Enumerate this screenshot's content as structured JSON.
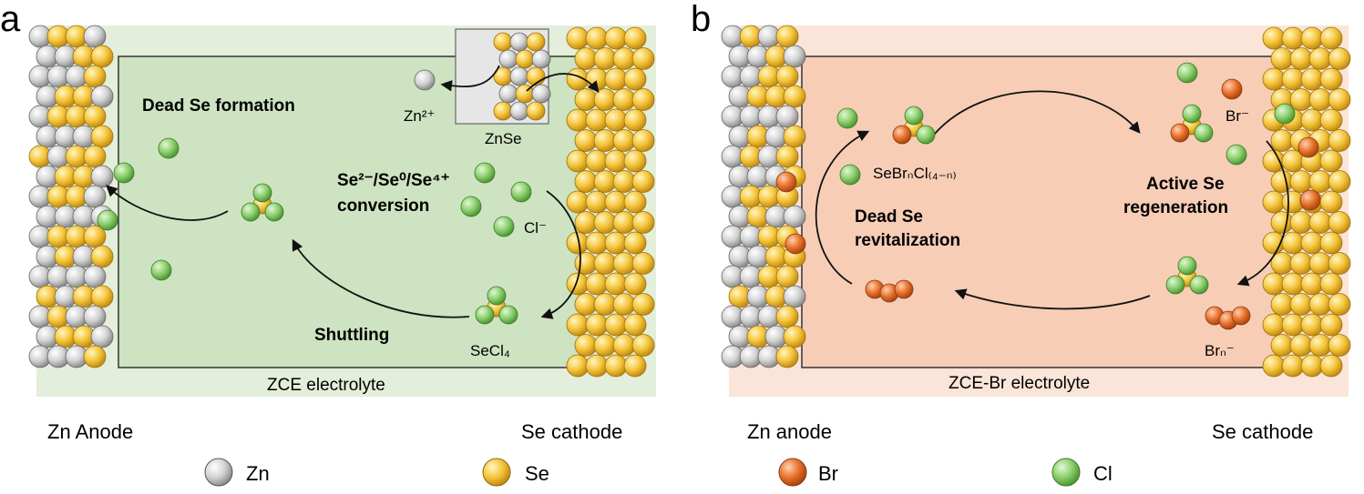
{
  "panel_a": {
    "letter": "a",
    "electrolyte_label": "ZCE electrolyte",
    "anode_label": "Zn Anode",
    "cathode_label": "Se cathode",
    "dead_se_formation": "Dead Se formation",
    "conversion_line1": "Se²⁻/Se⁰/Se⁴⁺",
    "conversion_line2": "conversion",
    "shuttling": "Shuttling",
    "zn_ion": "Zn²⁺",
    "znse": "ZnSe",
    "cl_ion": "Cl⁻",
    "secl4": "SeCl₄",
    "background_color": "#e3eedb",
    "electrolyte_color": "#cde3c1"
  },
  "panel_b": {
    "letter": "b",
    "electrolyte_label": "ZCE-Br electrolyte",
    "anode_label": "Zn anode",
    "cathode_label": "Se cathode",
    "sebr_species": "SeBrₙCl₍₄₋ₙ₎",
    "br_ion": "Br⁻",
    "active_line1": "Active Se",
    "active_line2": "regeneration",
    "dead_line1": "Dead Se",
    "dead_line2": "revitalization",
    "brn_ion": "Brₙ⁻",
    "background_color": "#fbe4d8",
    "electrolyte_color": "#f7cdb6"
  },
  "legend": [
    {
      "label": "Zn",
      "color": "#cfcfcf"
    },
    {
      "label": "Se",
      "color": "#f5c53c"
    },
    {
      "label": "Br",
      "color": "#e8722d"
    },
    {
      "label": "Cl",
      "color": "#8ccf6e"
    }
  ]
}
